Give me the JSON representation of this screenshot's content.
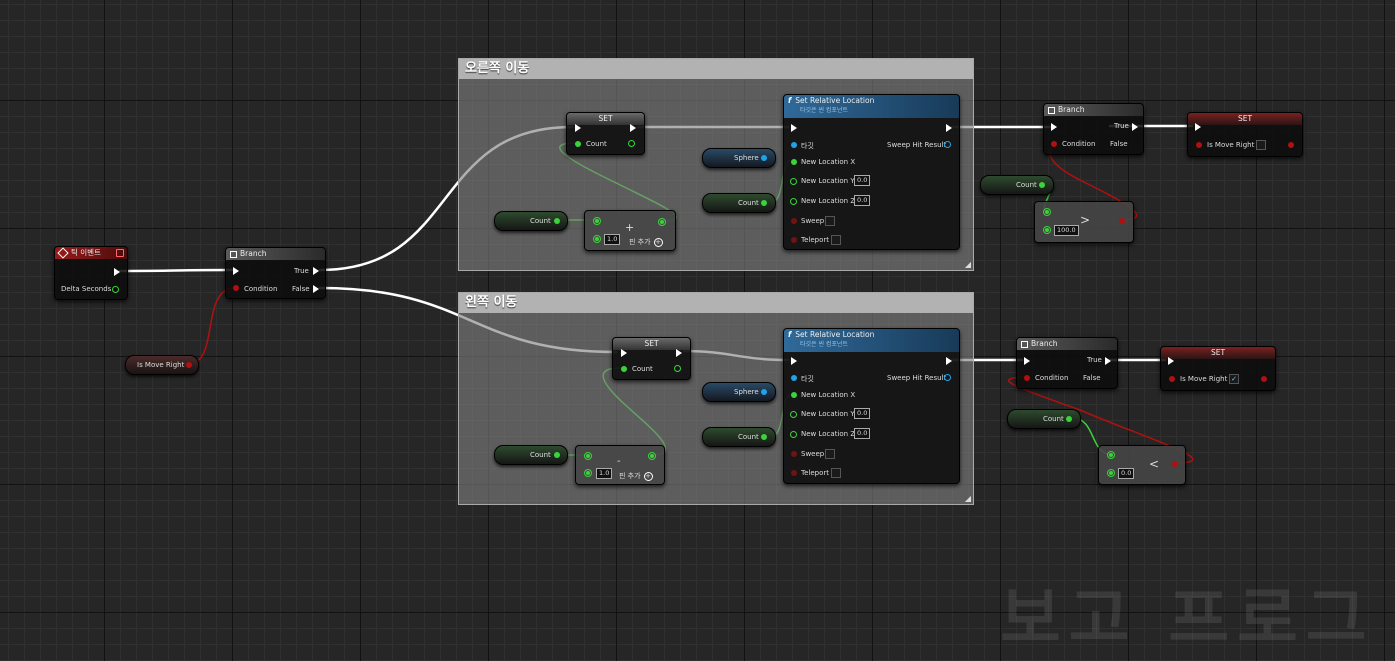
{
  "comments": {
    "right_move": "오른쪽 이동",
    "left_move": "왼쪽 이동"
  },
  "event": {
    "title": "틱 이벤트",
    "delta_seconds": "Delta Seconds"
  },
  "branch": {
    "title": "Branch",
    "true_label": "True",
    "false_label": "False",
    "condition_label": "Condition"
  },
  "variables": {
    "is_move_right": "Is Move Right",
    "count": "Count",
    "sphere": "Sphere"
  },
  "set_node": {
    "title": "SET",
    "count_label": "Count",
    "is_move_right_label": "Is Move Right"
  },
  "add_node": {
    "plus_symbol": "+",
    "minus_symbol": "-",
    "add_pin": "핀 추가",
    "value": "1.0"
  },
  "set_location": {
    "title": "Set Relative Location",
    "subtitle": "타깃은 씬 컴포넌트",
    "target": "타깃",
    "sweep_hit_result": "Sweep Hit Result",
    "new_x": "New Location X",
    "new_y": "New Location Y",
    "new_z": "New Location Z",
    "y_value": "0.0",
    "z_value": "0.0",
    "sweep": "Sweep",
    "teleport": "Teleport"
  },
  "compare_top": {
    "symbol": ">",
    "value": "100.0"
  },
  "compare_bottom": {
    "symbol": "<",
    "value": "0.0"
  },
  "set_bottom_checked": "✓",
  "watermark": "보고 프로그",
  "colors": {
    "exec_wire": "#ffffff",
    "float_wire": "#3ad43a",
    "bool_wire": "#b01010"
  }
}
